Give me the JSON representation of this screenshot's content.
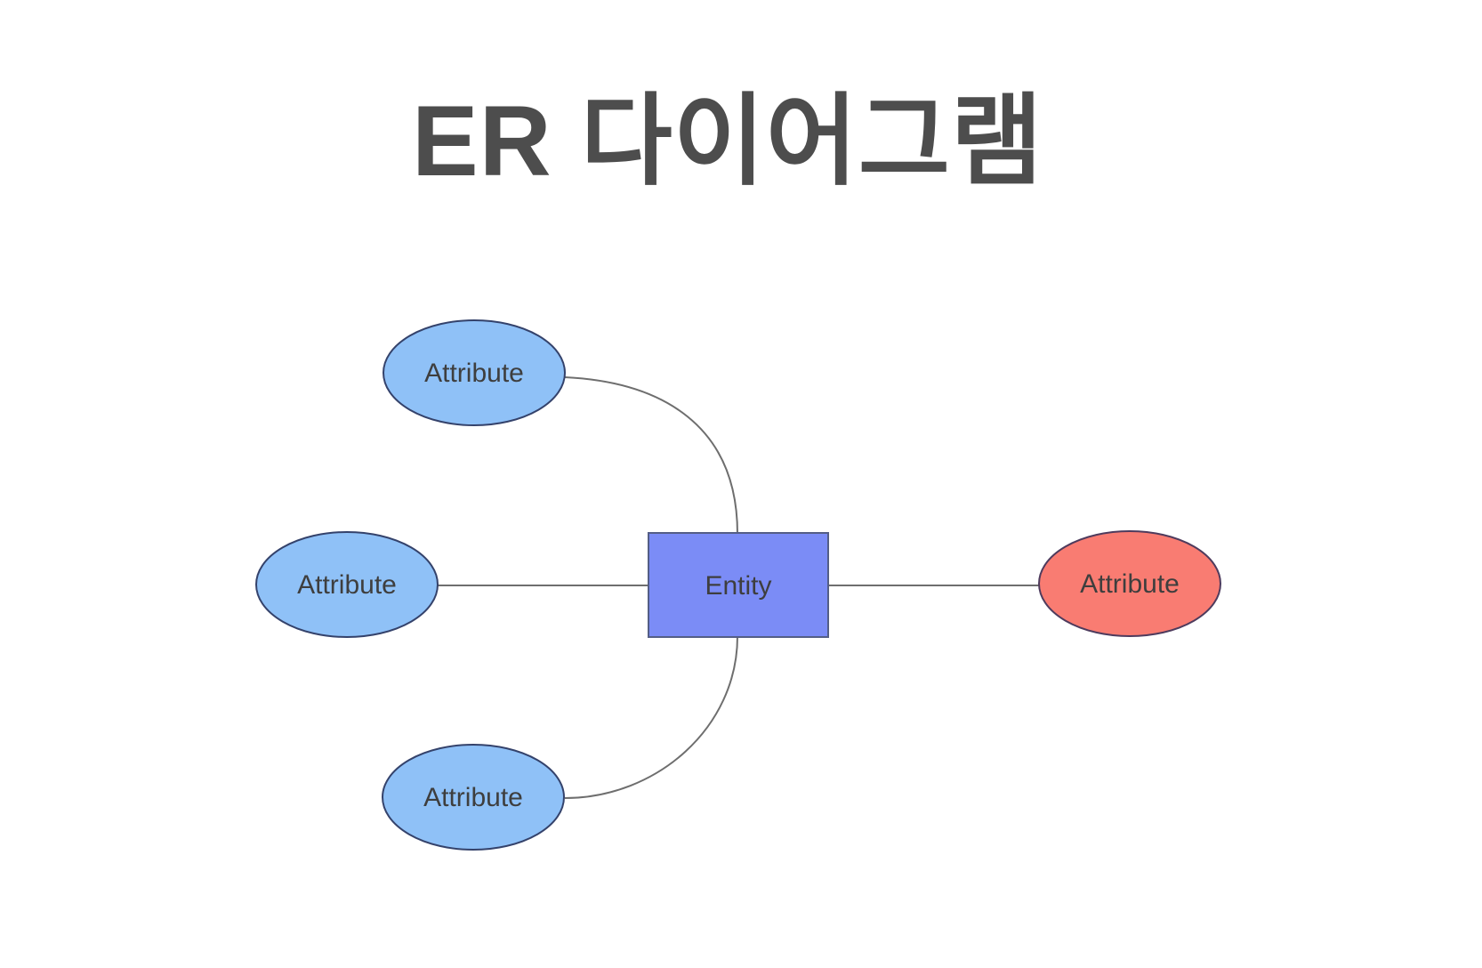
{
  "title": "ER 다이어그램",
  "diagram": {
    "entity": {
      "label": "Entity"
    },
    "attributes": {
      "top_left": {
        "label": "Attribute"
      },
      "middle_left": {
        "label": "Attribute"
      },
      "bottom_left": {
        "label": "Attribute"
      },
      "right": {
        "label": "Attribute"
      }
    }
  },
  "colors": {
    "background": "#FFFFFF",
    "title_text": "#4D4D4D",
    "label_text": "#3E3E3E",
    "entity_fill": "#7B8CF6",
    "entity_border": "#545E86",
    "attribute_fill": "#8FC1F7",
    "attribute_border": "#34426B",
    "key_attribute_fill": "#F97C72",
    "key_attribute_border": "#4E3B5D",
    "connector": "#6E6E6E"
  }
}
